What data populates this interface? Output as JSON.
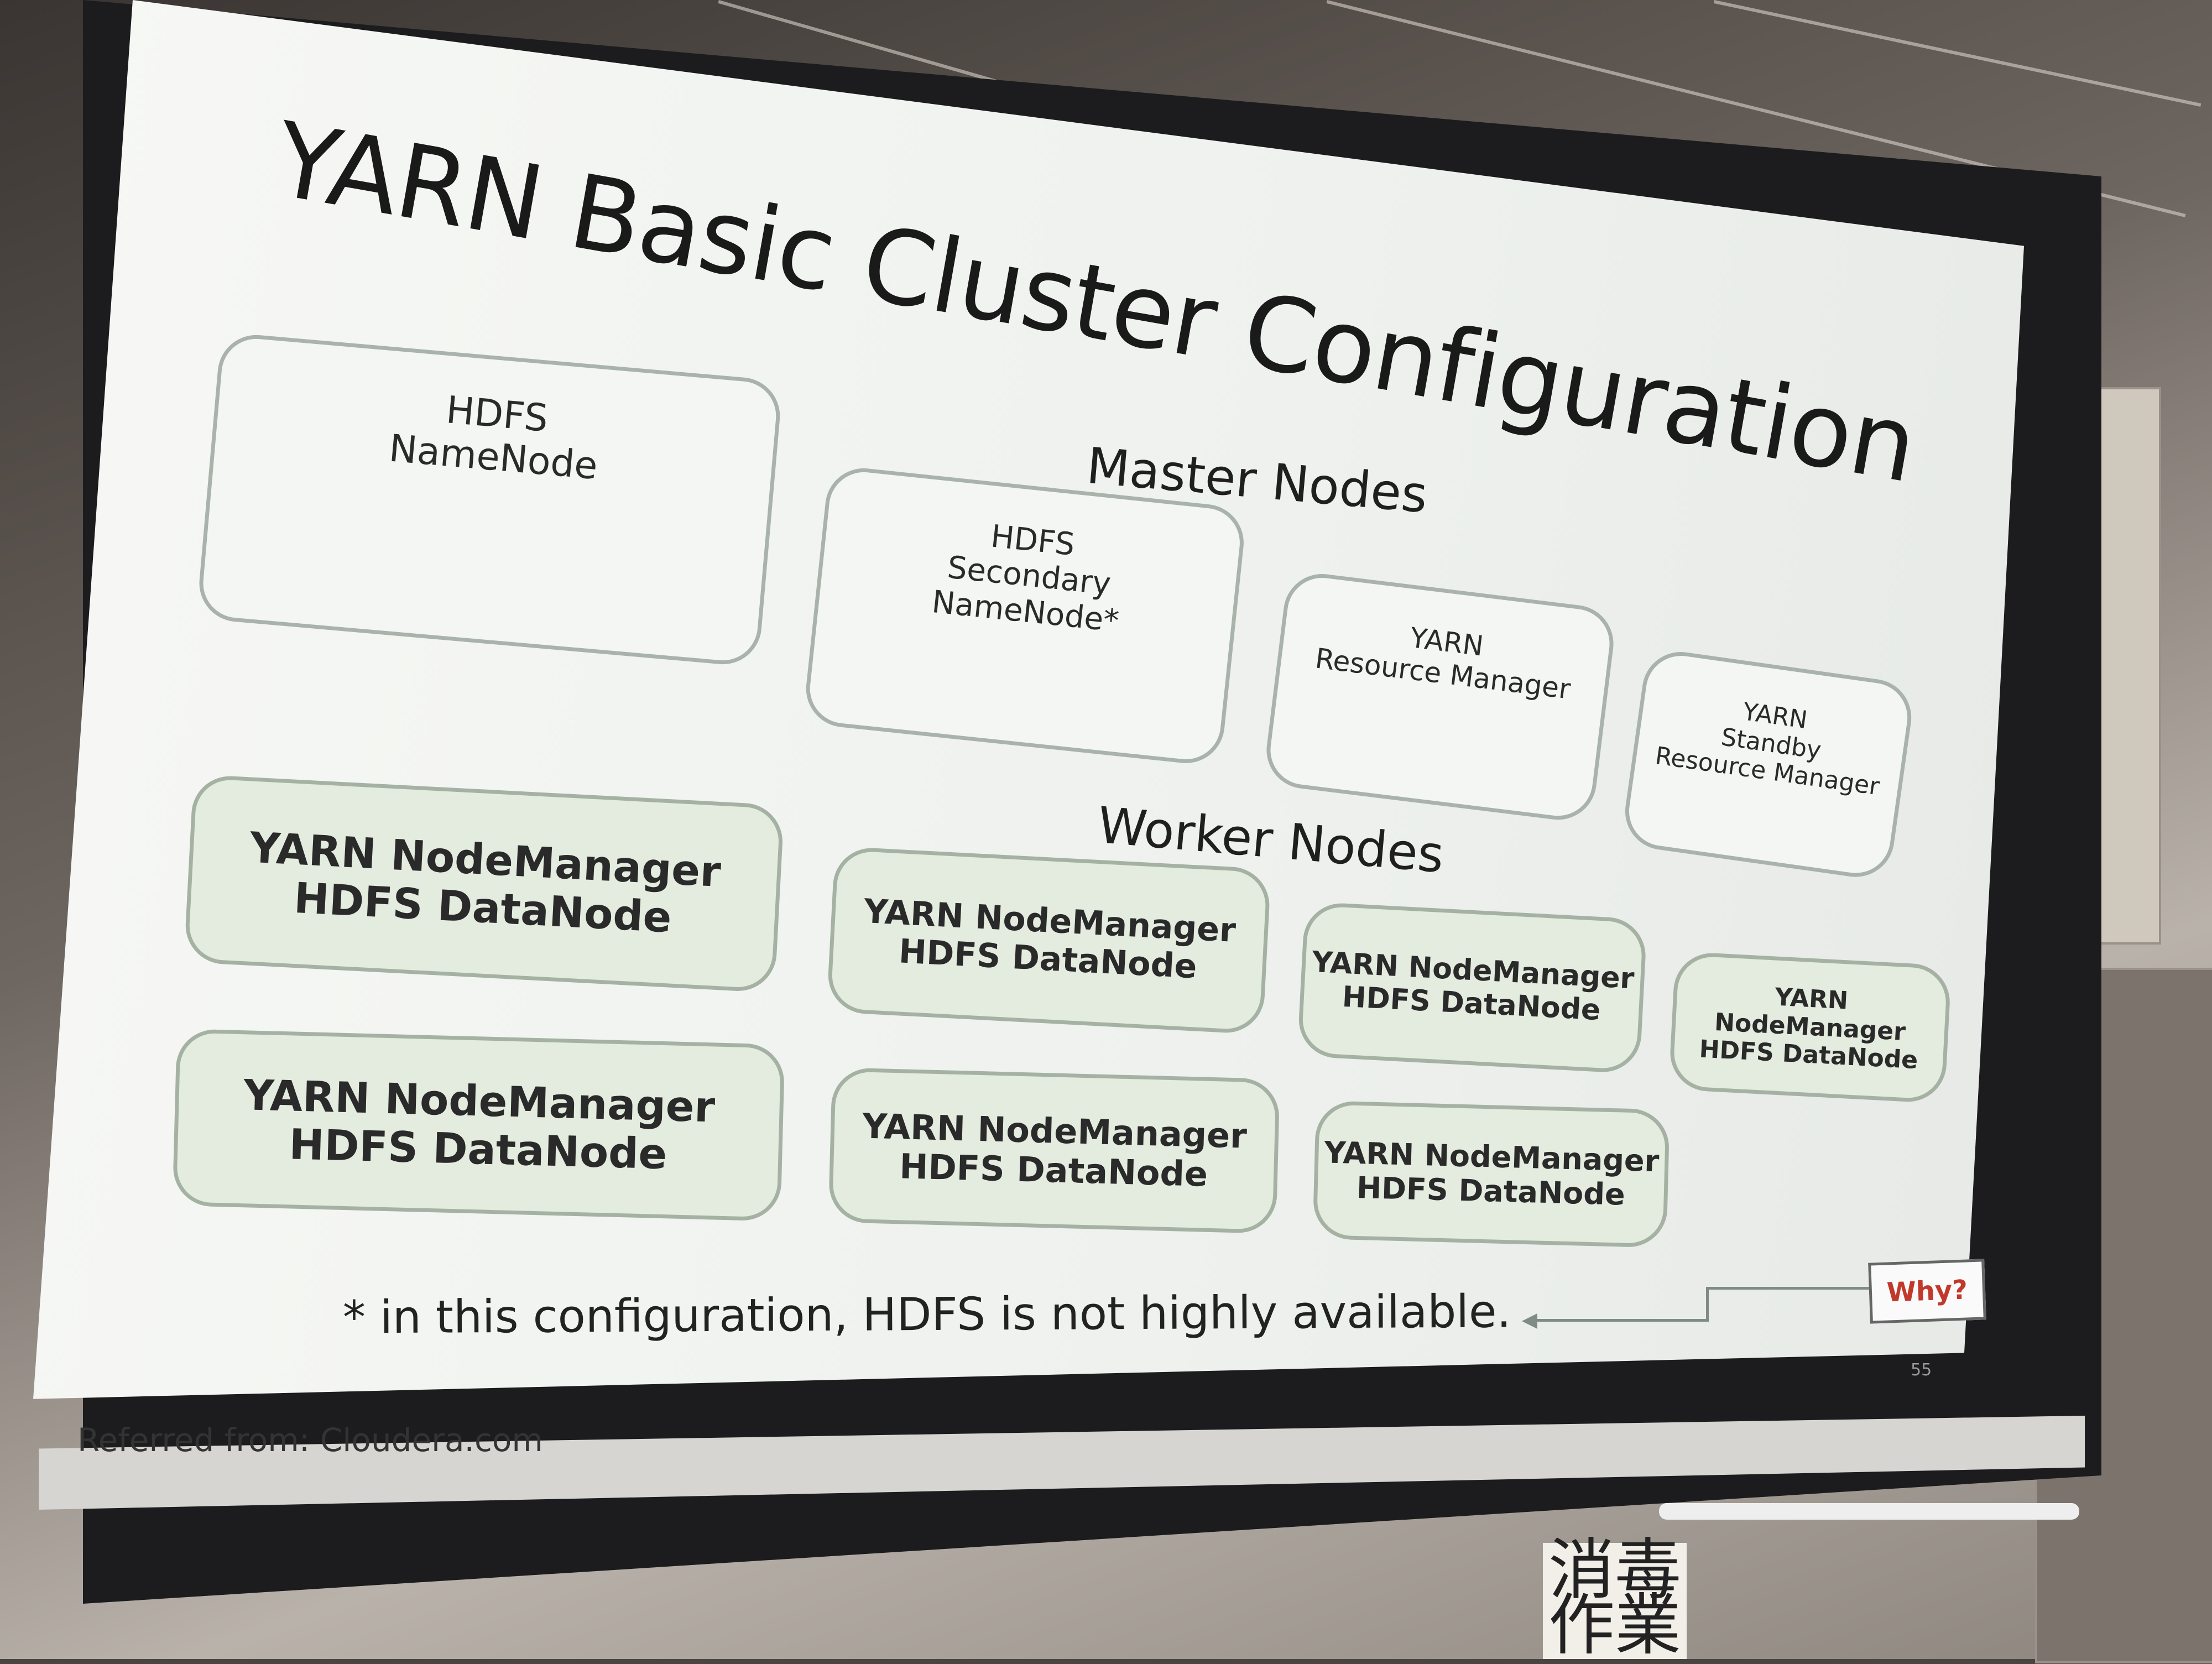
{
  "slide": {
    "title": "YARN Basic Cluster Configuration",
    "master_label": "Master Nodes",
    "worker_label": "Worker Nodes",
    "master_nodes": [
      {
        "line1": "HDFS",
        "line2": "NameNode",
        "line3": ""
      },
      {
        "line1": "HDFS",
        "line2": "Secondary",
        "line3": "NameNode*"
      },
      {
        "line1": "YARN",
        "line2": "Resource Manager",
        "line3": ""
      },
      {
        "line1": "YARN",
        "line2": "Standby",
        "line3": "Resource Manager"
      }
    ],
    "worker_nodes": [
      {
        "line1": "YARN NodeManager",
        "line2": "HDFS DataNode"
      },
      {
        "line1": "YARN NodeManager",
        "line2": "HDFS DataNode"
      },
      {
        "line1": "YARN NodeManager",
        "line2": "HDFS DataNode"
      },
      {
        "line1": "YARN NodeManager",
        "line2": "HDFS DataNode"
      },
      {
        "line1": "YARN NodeManager",
        "line2": "HDFS DataNode"
      },
      {
        "line1": "YARN NodeManager",
        "line2": "HDFS DataNode"
      },
      {
        "line1": "YARN NodeManager",
        "line2": "HDFS DataNode"
      }
    ],
    "footnote": "* in this configuration, HDFS is not highly available.",
    "why_label": "Why?",
    "page_number": "55",
    "credit": "Referred from: Cloudera.com"
  },
  "room": {
    "sign_text": "消毒作業"
  },
  "colors": {
    "slide_bg": "#eef1ee",
    "master_fill": "#f3f6f3",
    "worker_fill": "#e3ecdf",
    "node_border": "#a9b3ab",
    "why_text": "#c0392b"
  }
}
